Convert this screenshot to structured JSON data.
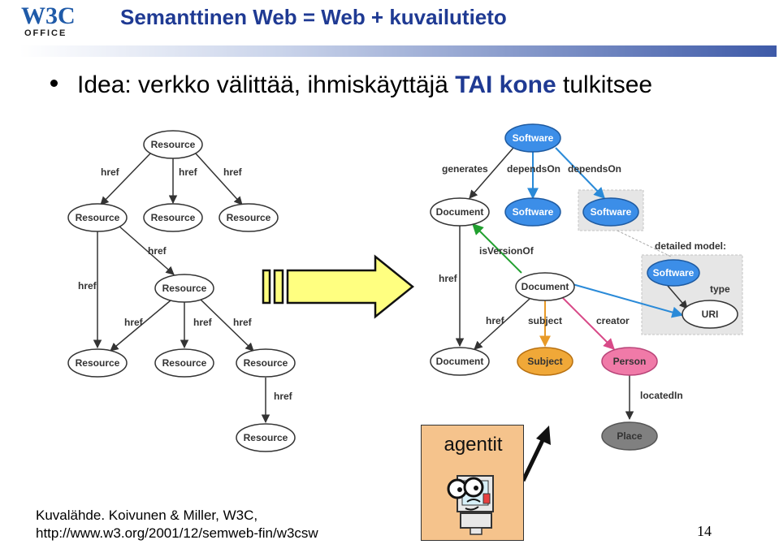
{
  "logo": {
    "top": "W3C",
    "bottom": "OFFICE"
  },
  "title": "Semanttinen Web = Web + kuvailutieto",
  "bullet": {
    "pre": "Idea: verkko välittää, ihmiskäyttäjä ",
    "highlight": "TAI kone",
    "post": " tulkitsee"
  },
  "left_graph": {
    "nodes": [
      "Resource",
      "Resource",
      "Resource",
      "Resource",
      "Resource",
      "Resource",
      "Resource",
      "Resource",
      "Resource"
    ],
    "edges": [
      "href",
      "href",
      "href",
      "href",
      "href",
      "href",
      "href",
      "href",
      "href"
    ]
  },
  "right_graph": {
    "nodes": [
      "Software",
      "Document",
      "Software",
      "Software",
      "Document",
      "Document",
      "Subject",
      "Person",
      "Place"
    ],
    "edges": [
      "generates",
      "dependsOn",
      "dependsOn",
      "isVersionOf",
      "href",
      "href",
      "subject",
      "creator",
      "locatedIn"
    ],
    "detailed_model": {
      "title": "detailed model:",
      "node_software": "Software",
      "edge": "type",
      "node_uri": "URI"
    }
  },
  "agent": {
    "label": "agentit"
  },
  "source": {
    "line1": "Kuvalähde. Koivunen & Miller, W3C,",
    "line2": "http://www.w3.org/2001/12/semweb-fin/w3csw"
  },
  "page_number": "14",
  "colors": {
    "title": "#1f3a93",
    "arrow_fill": "#ffff80",
    "software": "#3c8ee8",
    "subject": "#f0a838",
    "person": "#f07aa8",
    "place": "#808080",
    "agent_box": "#f5c38c"
  }
}
